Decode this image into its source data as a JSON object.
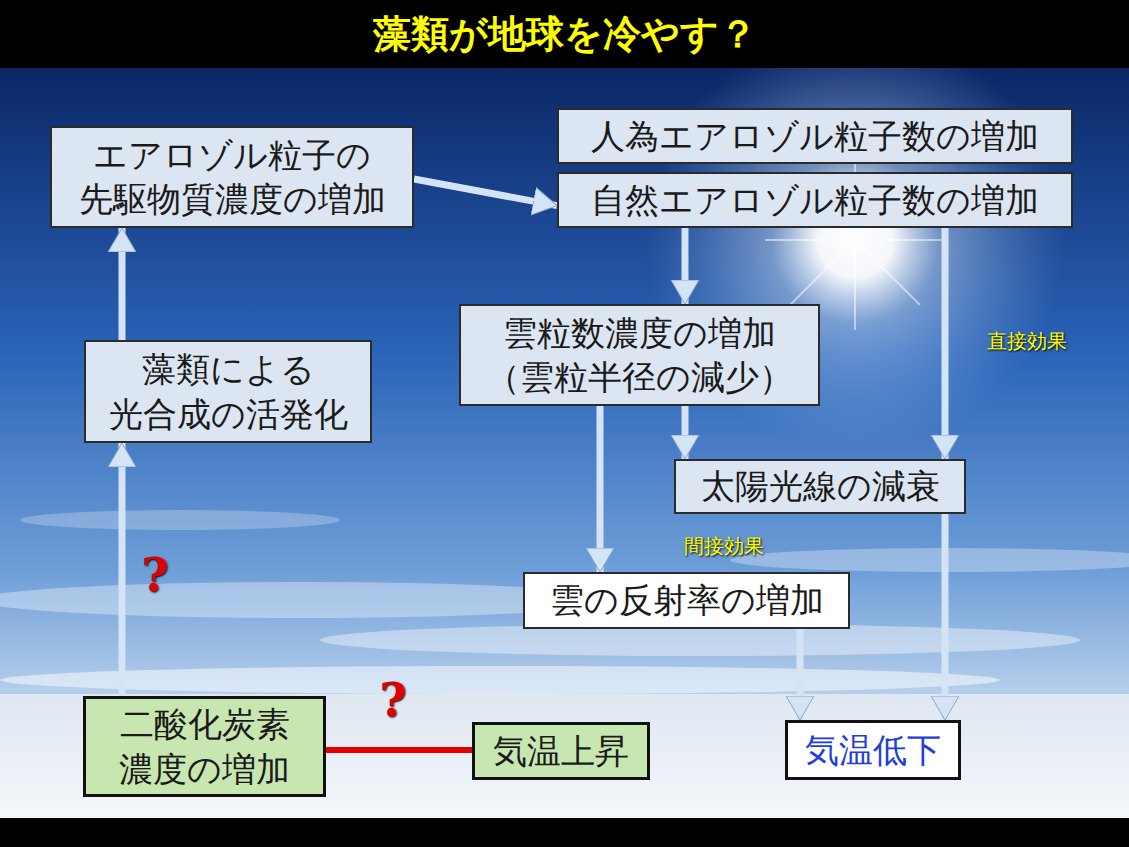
{
  "diagram": {
    "title": "藻類が地球を冷やす？",
    "nodes": [
      {
        "text": [
          "エアロゾル粒子の 先駆物質濃度の増加"
        ]
      },
      {
        "text": [
          "人為エアロゾル粒子数の増加"
        ]
      },
      {
        "text": [
          "自然エアロゾル粒子数の増加"
        ]
      },
      {
        "text": [
          "藻類による 光合成の活発化"
        ]
      },
      {
        "text": [
          "雲粒数濃度の増加 （雲粒半径の減少）"
        ]
      },
      {
        "text": [
          "太陽光線の減衰"
        ]
      },
      {
        "text": [
          "雲の反射率の増加"
        ]
      },
      {
        "text": [
          "二酸化炭素 濃度の増加"
        ]
      },
      {
        "text": [
          "気温上昇"
        ]
      },
      {
        "text": [
          "気温低下"
        ]
      }
    ],
    "edges": [
      {
        "from": 0,
        "to": 2,
        "arrow": "to"
      },
      {
        "from": 2,
        "to": 4,
        "arrow": "to"
      },
      {
        "from": 2,
        "to": 5,
        "arrow": "to",
        "label": "直接効果"
      },
      {
        "from": 4,
        "to": 5,
        "arrow": "to"
      },
      {
        "from": 4,
        "to": 6,
        "arrow": "to",
        "label": "間接効果"
      },
      {
        "from": 5,
        "to": 9,
        "arrow": "to"
      },
      {
        "from": 6,
        "to": 9,
        "arrow": "to"
      },
      {
        "from": 7,
        "to": 3,
        "arrow": "to",
        "label": "?"
      },
      {
        "from": 3,
        "to": 0,
        "arrow": "to"
      },
      {
        "from": 7,
        "to": 8,
        "arrow": "none",
        "label": "?"
      }
    ]
  }
}
